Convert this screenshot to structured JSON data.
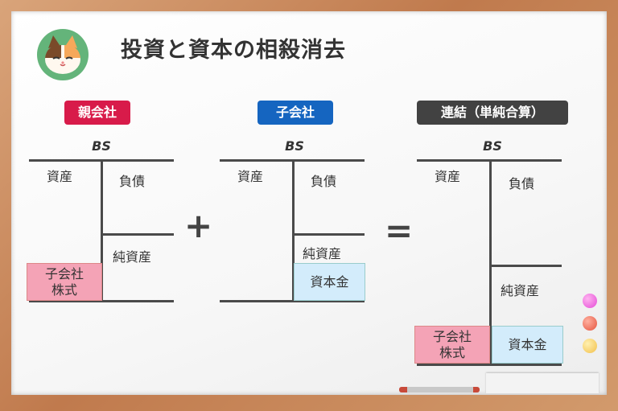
{
  "title": "投資と資本の相殺消去",
  "tags": {
    "parent": "親会社",
    "sub": "子会社",
    "consolidated": "連結（単純合算）"
  },
  "bs_label": "BS",
  "parent_bs": {
    "assets": "資産",
    "liabilities": "負債",
    "net_assets": "純資産",
    "stock_line1": "子会社",
    "stock_line2": "株式"
  },
  "sub_bs": {
    "assets": "資産",
    "liabilities": "負債",
    "net_assets": "純資産",
    "capital": "資本金"
  },
  "cons_bs": {
    "assets": "資産",
    "liabilities": "負債",
    "net_assets": "純資産",
    "stock_line1": "子会社",
    "stock_line2": "株式",
    "capital": "資本金"
  },
  "operators": {
    "plus": "+",
    "equals": "="
  },
  "colors": {
    "parent_tag": "#d81b4a",
    "sub_tag": "#1565c0",
    "consolidated_tag": "#424242",
    "stock_box": "#f4a3b6",
    "capital_box": "#d3ecfb"
  },
  "icons": {
    "logo": "cat-face-icon"
  }
}
